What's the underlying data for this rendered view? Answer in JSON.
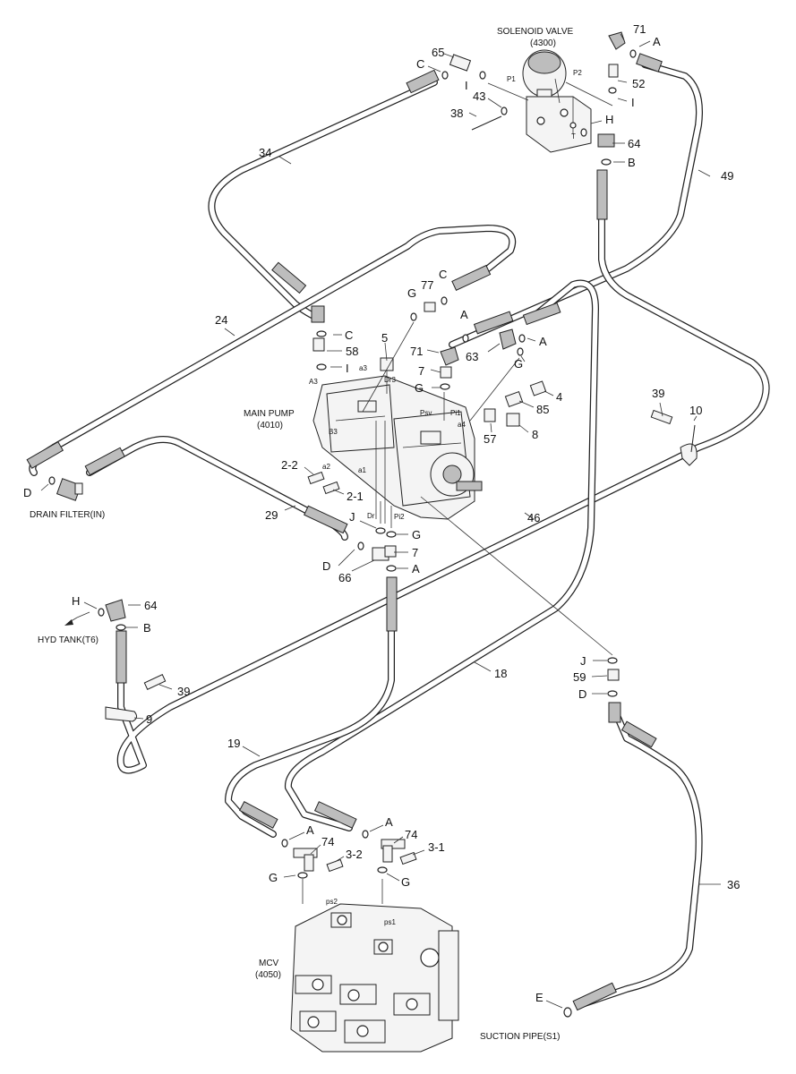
{
  "captions": {
    "solenoid_valve": "SOLENOID VALVE",
    "solenoid_valve_code": "(4300)",
    "main_pump": "MAIN PUMP",
    "main_pump_code": "(4010)",
    "drain_filter": "DRAIN FILTER(IN)",
    "hyd_tank": "HYD TANK(T6)",
    "mcv": "MCV",
    "mcv_code": "(4050)",
    "suction_pipe": "SUCTION PIPE(S1)"
  },
  "port_labels": {
    "p1": "P1",
    "p2": "P2",
    "t": "T",
    "a3_top": "a3",
    "dr3": "Dr3",
    "a3": "A3",
    "b3": "B3",
    "a2": "a2",
    "a1": "a1",
    "dr": "Dr",
    "pi2": "Pi2",
    "psv": "Psv",
    "pi1": "Pi1",
    "a4": "a4",
    "ps2": "ps2",
    "ps1": "ps1"
  },
  "callouts": {
    "n71_top": "71",
    "a_top": "A",
    "n65": "65",
    "c_top": "C",
    "i_left": "I",
    "n52": "52",
    "i_right": "I",
    "n43": "43",
    "n38": "38",
    "h_top": "H",
    "n64_top": "64",
    "b_top": "B",
    "n34": "34",
    "n49": "49",
    "g_mid": "G",
    "n77": "77",
    "c_mid": "C",
    "a_mid": "A",
    "c_left": "C",
    "n58": "58",
    "i_left2": "I",
    "n5": "5",
    "n24": "24",
    "n71_mid": "71",
    "n63": "63",
    "a_mid2": "A",
    "g_mid2": "G",
    "n7_a": "7",
    "g_mid3": "G",
    "n4": "4",
    "n85": "85",
    "n39_right": "39",
    "n10": "10",
    "n57": "57",
    "n8": "8",
    "n2_2": "2-2",
    "n2_1": "2-1",
    "d_left": "D",
    "n29": "29",
    "j_mid": "J",
    "g_mid4": "G",
    "n7_b": "7",
    "d_mid": "D",
    "n66": "66",
    "a_mid3": "A",
    "n46": "46",
    "h_left": "H",
    "n64_left": "64",
    "b_left": "B",
    "n39_left": "39",
    "n9": "9",
    "n18": "18",
    "j_right": "J",
    "n59": "59",
    "d_right": "D",
    "n19": "19",
    "a_low1": "A",
    "n74_a": "74",
    "n3_2": "3-2",
    "a_low2": "A",
    "n74_b": "74",
    "n3_1": "3-1",
    "g_low1": "G",
    "g_low2": "G",
    "n36": "36",
    "e_low": "E"
  }
}
